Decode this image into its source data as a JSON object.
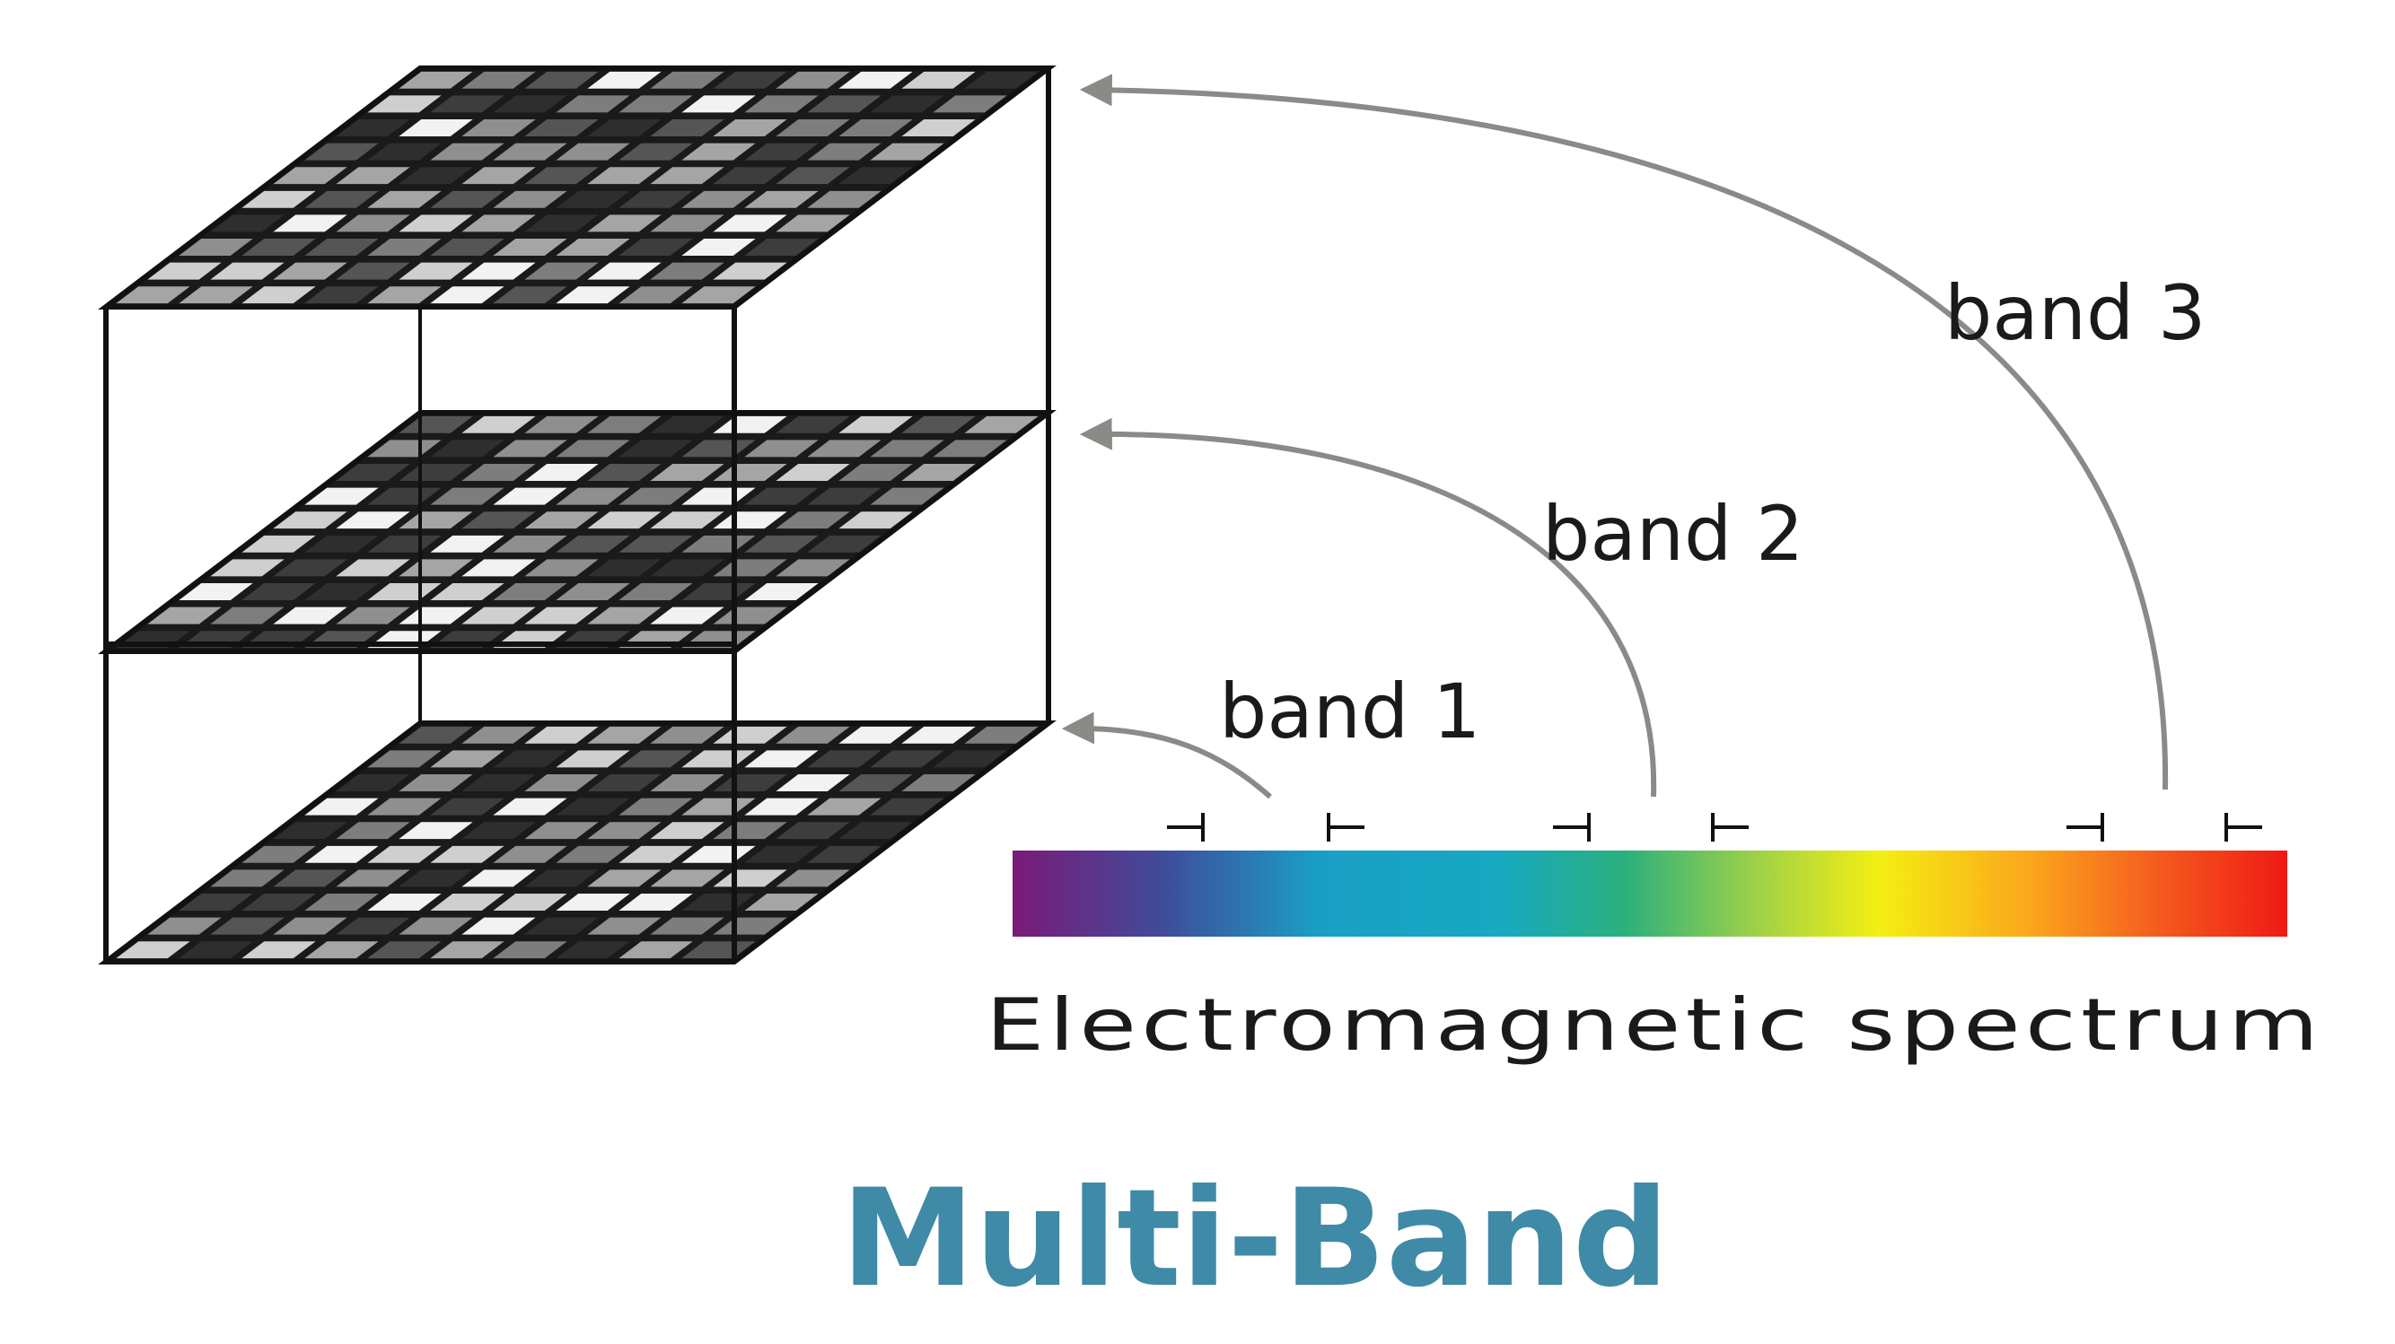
{
  "bands": [
    {
      "label": "band 1"
    },
    {
      "label": "band 2"
    },
    {
      "label": "band 3"
    }
  ],
  "spectrum_label": "Electromagnetic spectrum",
  "title": "Multi-Band",
  "colors": {
    "title": "#3f8aa6",
    "arrow": "#8a8a86",
    "spectrum": [
      "#7a1a78",
      "#3e4d9a",
      "#1a9fc4",
      "#17a8c2",
      "#2bb07c",
      "#9bd04a",
      "#f4ef12",
      "#fba51c",
      "#f45a1e",
      "#ef1a14"
    ]
  }
}
